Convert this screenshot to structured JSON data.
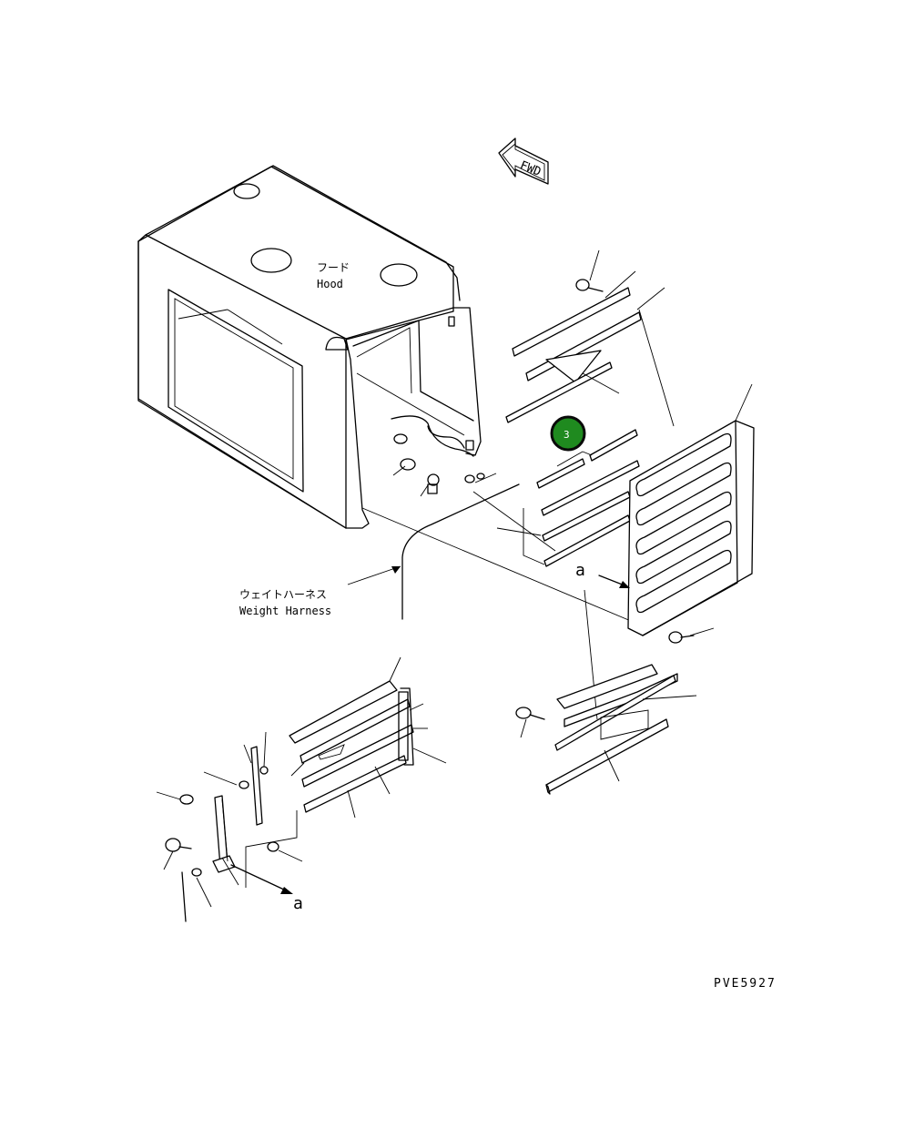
{
  "labels": {
    "fwd": "FWD",
    "hood_jp": "フード",
    "hood_en": "Hood",
    "harness_jp": "ウェイトハーネス",
    "harness_en": "Weight Harness",
    "view_ref_top": "a",
    "view_ref_bottom": "a",
    "drawing_no": "PVE5927"
  },
  "callouts": [
    {
      "number": "3",
      "color": "#1f8a1f"
    }
  ]
}
